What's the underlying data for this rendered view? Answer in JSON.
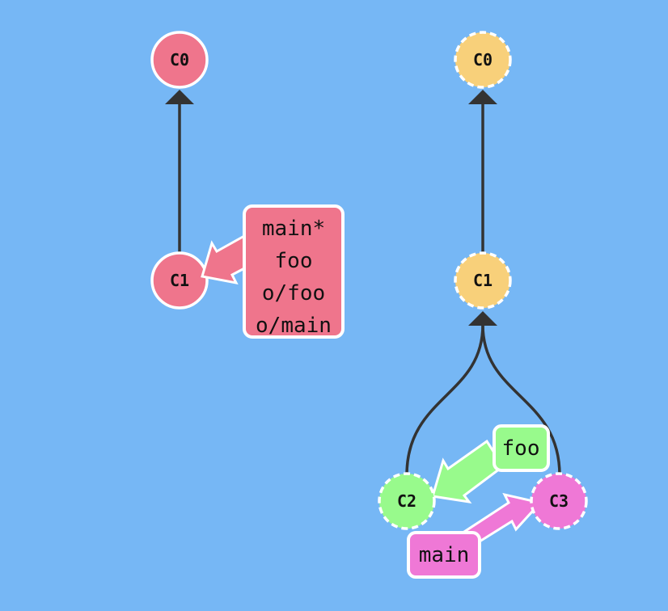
{
  "colors": {
    "background": "#76b7f5",
    "local_commit": "#ef758c",
    "remote_commit": "#f8d07a",
    "foo_branch": "#98fa8c",
    "main_branch": "#ef78d6",
    "edge": "#333333",
    "outline": "#ffffff"
  },
  "local": {
    "c0": "C0",
    "c1": "C1",
    "branches": {
      "line1": "main*",
      "line2": "foo",
      "line3": "o/foo",
      "line4": "o/main"
    }
  },
  "remote": {
    "c0": "C0",
    "c1": "C1",
    "c2": "C2",
    "c3": "C3",
    "foo_label": "foo",
    "main_label": "main"
  }
}
